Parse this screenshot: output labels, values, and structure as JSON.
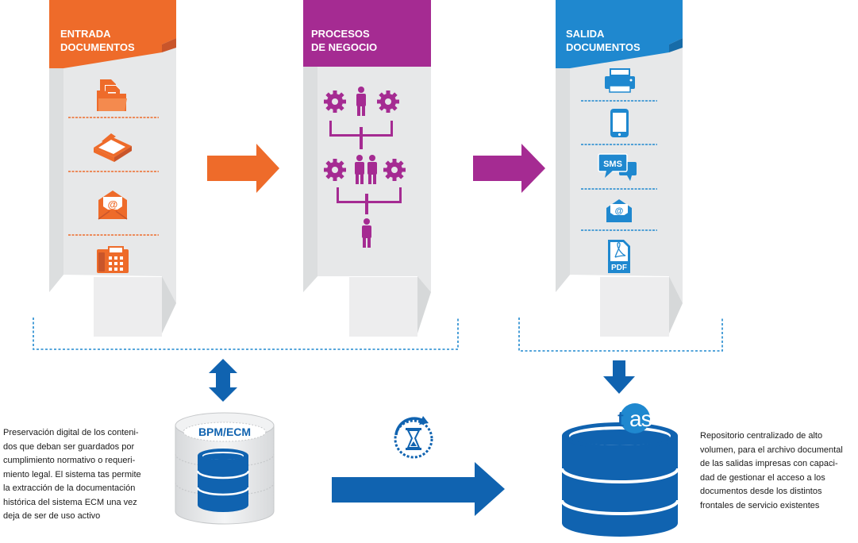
{
  "colors": {
    "orange": "#ee6b2a",
    "purple": "#a52b92",
    "blue_banner": "#1f88cf",
    "blue_dark": "#1063b0",
    "panel_gray": "#e7e8e9",
    "white": "#ffffff"
  },
  "columns": [
    {
      "title_line1": "ENTRADA",
      "title_line2": "DOCUMENTOS",
      "icons": [
        "documents-folder-icon",
        "scanner-icon",
        "email-icon",
        "fax-icon"
      ]
    },
    {
      "title_line1": "PROCESOS",
      "title_line2": "DE NEGOCIO",
      "icons": [
        "business-process-workflow-icon"
      ]
    },
    {
      "title_line1": "SALIDA",
      "title_line2": "DOCUMENTOS",
      "icons": [
        "printer-icon",
        "mobile-phone-icon",
        "sms-icon",
        "email-icon",
        "pdf-icon"
      ]
    }
  ],
  "sms_label": "SMS",
  "pdf_label": "PDF",
  "bpm_label": "BPM/ECM",
  "tas_logo": "tas",
  "left_description": [
    "Preservación digital de los conteni-",
    "dos que deban ser guardados por",
    "cumplimiento normativo o requeri-",
    "miento legal. El sistema tas permite",
    "la extracción de la documentación",
    "histórica del sistema ECM una vez",
    "deja de ser de uso activo"
  ],
  "right_description": [
    "Repositorio centralizado de alto",
    "volumen, para el archivo documental",
    "de las salidas impresas con capaci-",
    "dad de gestionar el acceso a los",
    "documentos desde los distintos",
    "frontales de servicio existentes"
  ]
}
